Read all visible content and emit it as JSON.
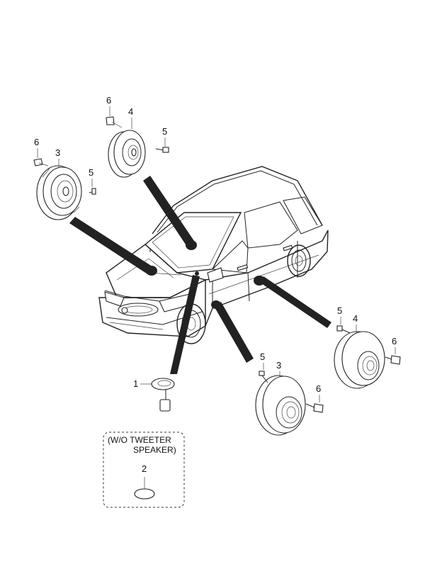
{
  "callouts": {
    "c1": "1",
    "c2": "2",
    "c3_front": "3",
    "c3_rear": "3",
    "c4_front": "4",
    "c4_rear": "4",
    "c5_front3": "5",
    "c5_front4": "5",
    "c5_rear3": "5",
    "c5_rear4": "5",
    "c6_front3": "6",
    "c6_front4": "6",
    "c6_rear3": "6",
    "c6_rear4": "6"
  },
  "note_box": {
    "line1": "(W/O TWEETER",
    "line2": "SPEAKER)"
  }
}
